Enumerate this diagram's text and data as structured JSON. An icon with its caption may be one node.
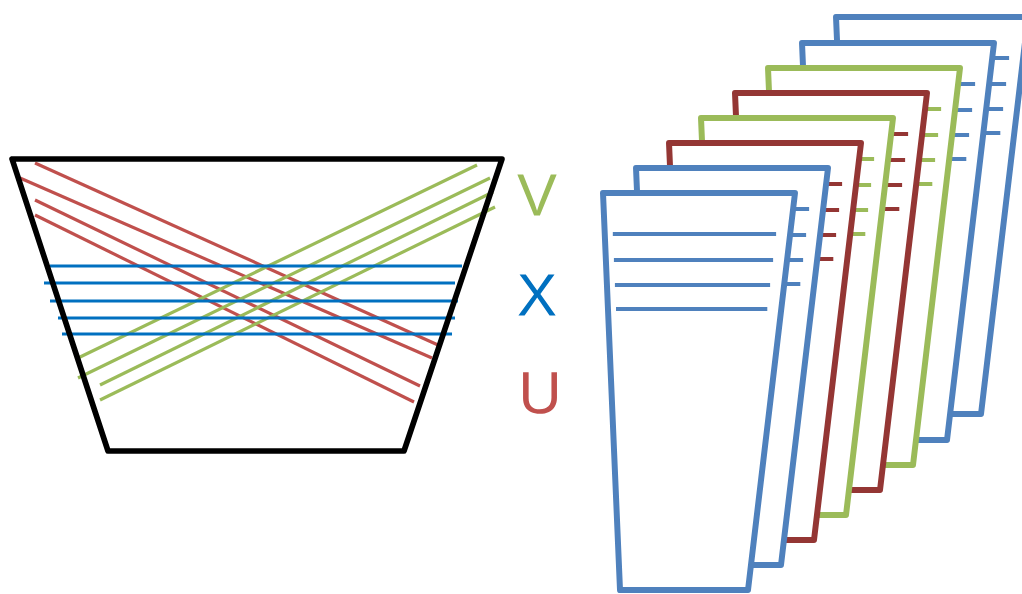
{
  "diagram": {
    "labels": [
      "V",
      "X",
      "U"
    ]
  }
}
